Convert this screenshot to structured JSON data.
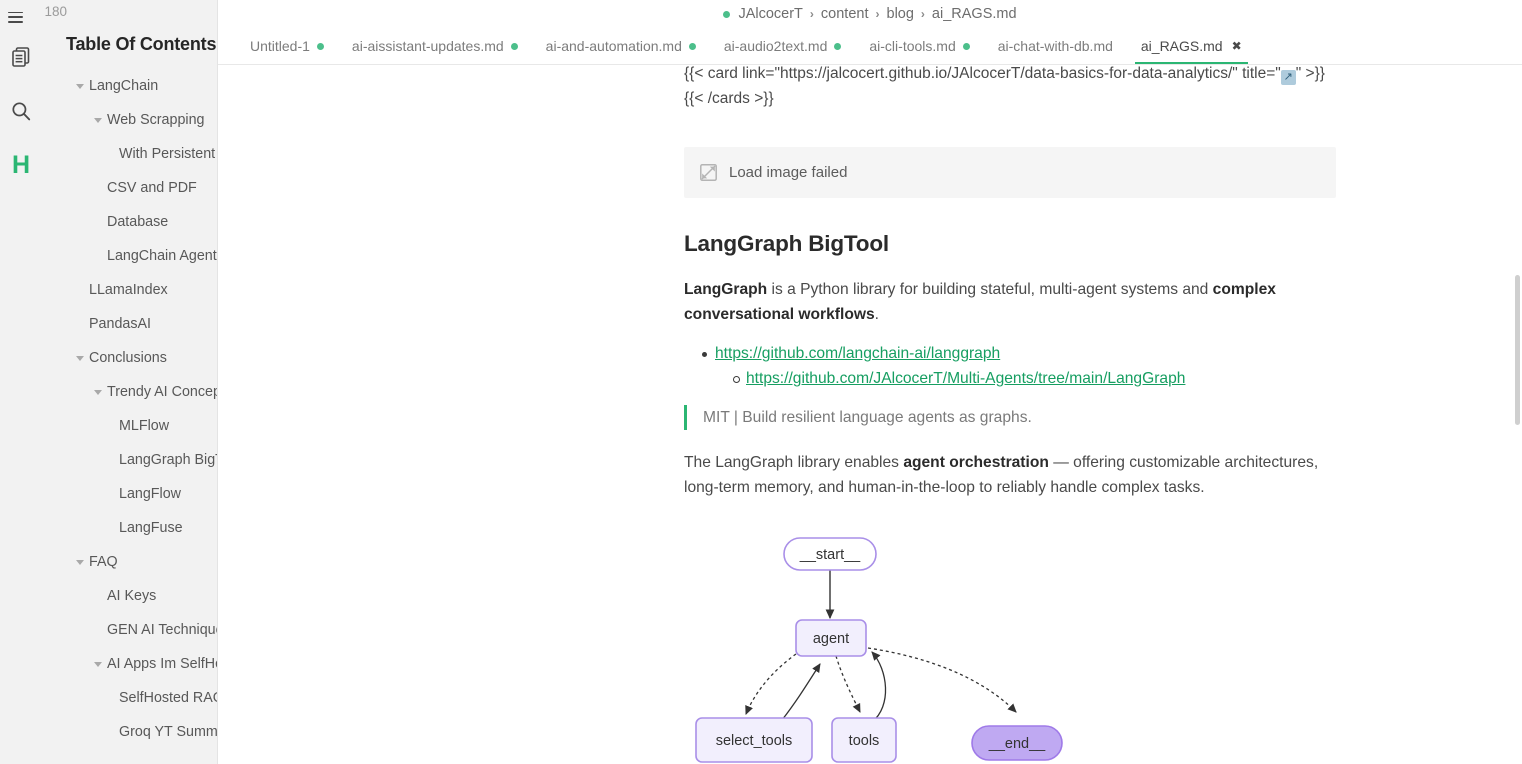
{
  "rail": {
    "page_count": "P 180",
    "icons": [
      {
        "name": "hamburger-menu-icon"
      },
      {
        "name": "documents-icon"
      },
      {
        "name": "search-icon"
      },
      {
        "name": "logo-h",
        "label": "H",
        "color": "#2bb673"
      }
    ]
  },
  "sidebar": {
    "title": "Table Of Contents",
    "items": [
      {
        "label": "LangChain",
        "level": 0,
        "caret": true
      },
      {
        "label": "Web Scrapping",
        "level": 1,
        "caret": true
      },
      {
        "label": "With Persistent Chro",
        "level": 2,
        "caret": false
      },
      {
        "label": "CSV and PDF",
        "level": 1,
        "caret": false
      },
      {
        "label": "Database",
        "level": 1,
        "caret": false
      },
      {
        "label": "LangChain Agents",
        "level": 1,
        "caret": false
      },
      {
        "label": "LLamaIndex",
        "level": 0,
        "caret": false
      },
      {
        "label": "PandasAI",
        "level": 0,
        "caret": false
      },
      {
        "label": "Conclusions",
        "level": 0,
        "caret": true
      },
      {
        "label": "Trendy AI Concepts",
        "level": 1,
        "caret": true
      },
      {
        "label": "MLFlow",
        "level": 2,
        "caret": false
      },
      {
        "label": "LangGraph BigTool",
        "level": 2,
        "caret": false
      },
      {
        "label": "LangFlow",
        "level": 2,
        "caret": false
      },
      {
        "label": "LangFuse",
        "level": 2,
        "caret": false
      },
      {
        "label": "FAQ",
        "level": 0,
        "caret": true
      },
      {
        "label": "AI Keys",
        "level": 1,
        "caret": false
      },
      {
        "label": "GEN AI Techniques",
        "level": 1,
        "caret": false
      },
      {
        "label": "AI Apps Im SelfHosting",
        "level": 1,
        "caret": true
      },
      {
        "label": "SelfHosted RAGs",
        "level": 2,
        "caret": false
      },
      {
        "label": "Groq YT Summarizer",
        "level": 2,
        "caret": false
      }
    ]
  },
  "breadcrumb": {
    "items": [
      "JAlcocerT",
      "content",
      "blog",
      "ai_RAGS.md"
    ],
    "separator": "›",
    "dot_color": "#4cbf8b"
  },
  "tabs": [
    {
      "label": "Untitled-1",
      "modified": true,
      "active": false
    },
    {
      "label": "ai-aissistant-updates.md",
      "modified": true,
      "active": false
    },
    {
      "label": "ai-and-automation.md",
      "modified": true,
      "active": false
    },
    {
      "label": "ai-audio2text.md",
      "modified": true,
      "active": false
    },
    {
      "label": "ai-cli-tools.md",
      "modified": true,
      "active": false
    },
    {
      "label": "ai-chat-with-db.md",
      "modified": false,
      "active": false
    },
    {
      "label": "ai_RAGS.md",
      "modified": false,
      "active": true,
      "close": "✖"
    }
  ],
  "document": {
    "shortcode_line1": "{{< card link=\"https://jalcocert.github.io/JAlcocerT/data-basics-for-data-analytics/\" title=\"",
    "shortcode_emoji": "↗",
    "shortcode_line1_end": "\" >}}",
    "shortcode_line2": "{{< /cards >}}",
    "image_failed": {
      "text": "Load image failed",
      "icon": "broken-image-icon"
    },
    "heading": "LangGraph BigTool",
    "paragraph1": {
      "bold1": "LangGraph",
      "mid": " is a Python library for building stateful, multi-agent systems and ",
      "bold2": "complex conversational workflows",
      "end": "."
    },
    "links": [
      {
        "text": "https://github.com/langchain-ai/langgraph",
        "level": 0
      },
      {
        "text": "https://github.com/JAlcocerT/Multi-Agents/tree/main/LangGraph",
        "level": 1
      }
    ],
    "quote": "MIT |  Build resilient language agents as graphs.",
    "paragraph2": {
      "start": "The LangGraph library enables ",
      "bold": "agent orchestration",
      "end": " — offering customizable architectures, long-term memory, and human-in-the-loop to reliably handle complex tasks."
    },
    "link_color": "#169e61",
    "quote_border_color": "#2bb673"
  },
  "graph": {
    "title": "langgraph-state-diagram",
    "nodes": [
      {
        "id": "start",
        "label": "__start__",
        "shape": "pill",
        "fill": "#ffffff",
        "stroke": "#a98fe8"
      },
      {
        "id": "agent",
        "label": "agent",
        "shape": "rect",
        "fill": "#f2effd",
        "stroke": "#a98fe8"
      },
      {
        "id": "select_tools",
        "label": "select_tools",
        "shape": "rect",
        "fill": "#f2effd",
        "stroke": "#a98fe8"
      },
      {
        "id": "tools",
        "label": "tools",
        "shape": "rect",
        "fill": "#f2effd",
        "stroke": "#a98fe8"
      },
      {
        "id": "end",
        "label": "__end__",
        "shape": "pill",
        "fill": "#bfa9f2",
        "stroke": "#9f7ae8"
      }
    ],
    "edges": [
      {
        "from": "start",
        "to": "agent",
        "style": "solid"
      },
      {
        "from": "agent",
        "to": "select_tools",
        "style": "dotted"
      },
      {
        "from": "agent",
        "to": "tools",
        "style": "dotted"
      },
      {
        "from": "agent",
        "to": "end",
        "style": "dotted"
      },
      {
        "from": "select_tools",
        "to": "agent",
        "style": "solid"
      },
      {
        "from": "tools",
        "to": "agent",
        "style": "solid"
      }
    ]
  }
}
